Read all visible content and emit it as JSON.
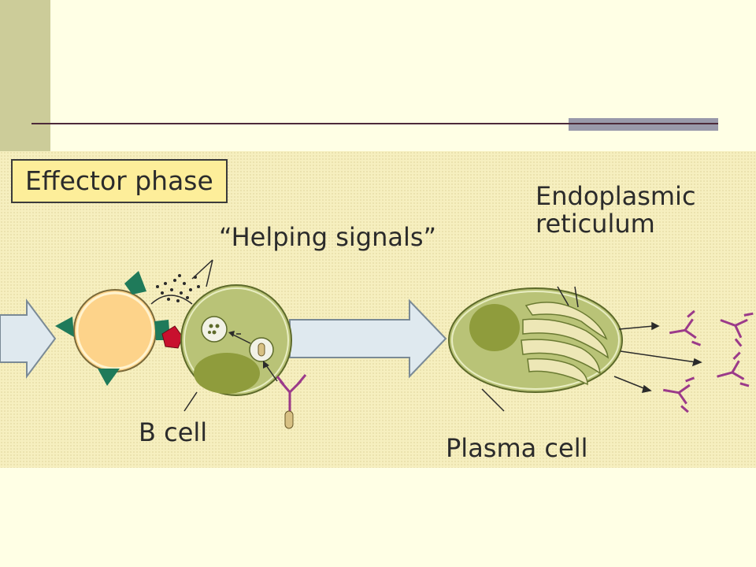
{
  "diagram": {
    "phase_label": "Effector phase",
    "labels": {
      "helping_signals": "“Helping signals”",
      "endoplasmic_reticulum_line1": "Endoplasmic",
      "endoplasmic_reticulum_line2": "reticulum",
      "b_cell": "B cell",
      "plasma_cell": "Plasma cell"
    },
    "colors": {
      "arrow_fill": "#dfe9ef",
      "cell_fill": "#b9c377",
      "nucleus_fill": "#8f9c3c",
      "helper_cell_fill": "#fdd38a",
      "receptor_green": "#1f7a5a",
      "antigen_red": "#c8102e",
      "antibody_purple": "#9b3a8a",
      "er_fill": "#ede7b6"
    }
  }
}
